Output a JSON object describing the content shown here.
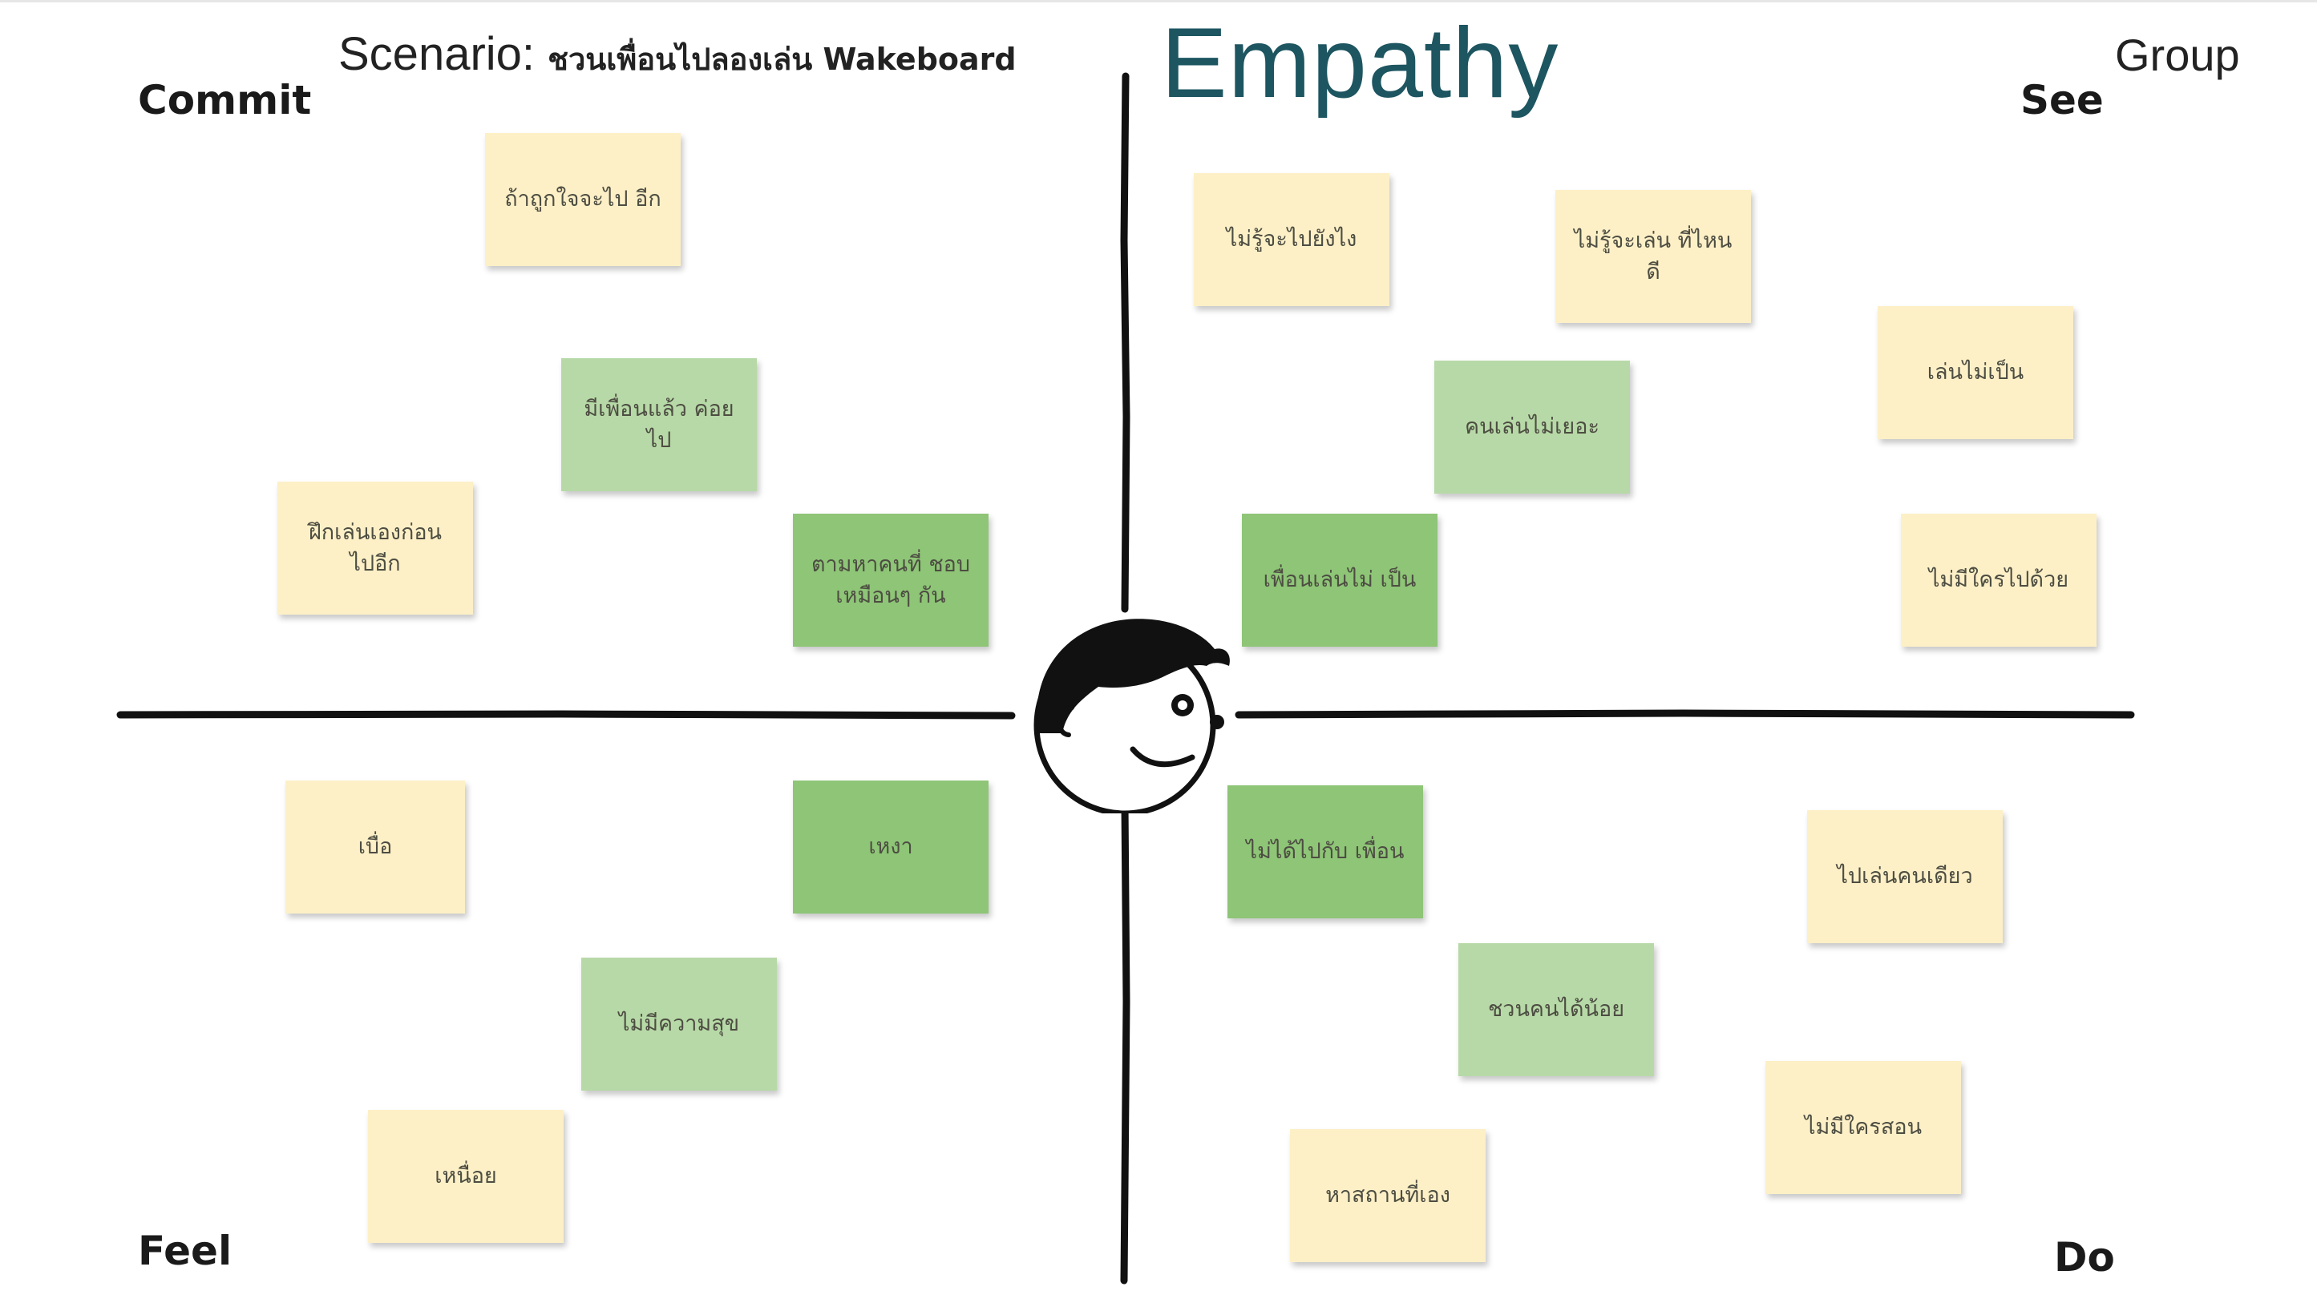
{
  "scenario": {
    "prefix": "Scenario:",
    "text": "ชวนเพื่อนไปลองเล่น Wakeboard"
  },
  "title": "Empathy",
  "group_label": "Group",
  "quadrants": {
    "commit": "Commit",
    "see": "See",
    "feel": "Feel",
    "do": "Do"
  },
  "colors": {
    "title": "#1d5560",
    "note_yellow": "#fdf0c7",
    "note_lightgreen": "#b7d9a7",
    "note_green": "#8ec577",
    "axis": "#111111"
  },
  "center_icon": "smiling-face-icon",
  "notes": {
    "commit": [
      {
        "text": "ถ้าถูกใจจะไป อีก",
        "color": "yellow"
      },
      {
        "text": "มีเพื่อนแล้ว ค่อยไป",
        "color": "lightgreen"
      },
      {
        "text": "ฝึกเล่นเองก่อน ไปอีก",
        "color": "yellow"
      },
      {
        "text": "ตามหาคนที่ ชอบเหมือนๆ กัน",
        "color": "green"
      }
    ],
    "see": [
      {
        "text": "ไม่รู้จะไปยังไง",
        "color": "yellow"
      },
      {
        "text": "ไม่รู้จะเล่น ที่ไหนดี",
        "color": "yellow"
      },
      {
        "text": "คนเล่นไม่เยอะ",
        "color": "lightgreen"
      },
      {
        "text": "เล่นไม่เป็น",
        "color": "yellow"
      },
      {
        "text": "เพื่อนเล่นไม่ เป็น",
        "color": "green"
      },
      {
        "text": "ไม่มีใครไปด้วย",
        "color": "yellow"
      }
    ],
    "feel": [
      {
        "text": "เบื่อ",
        "color": "yellow"
      },
      {
        "text": "เหงา",
        "color": "green"
      },
      {
        "text": "ไม่มีความสุข",
        "color": "lightgreen"
      },
      {
        "text": "เหนื่อย",
        "color": "yellow"
      }
    ],
    "do": [
      {
        "text": "ไม่ได้ไปกับ เพื่อน",
        "color": "green"
      },
      {
        "text": "ไปเล่นคนเดียว",
        "color": "yellow"
      },
      {
        "text": "ชวนคนได้น้อย",
        "color": "lightgreen"
      },
      {
        "text": "ไม่มีใครสอน",
        "color": "yellow"
      },
      {
        "text": "หาสถานที่เอง",
        "color": "yellow"
      }
    ]
  }
}
